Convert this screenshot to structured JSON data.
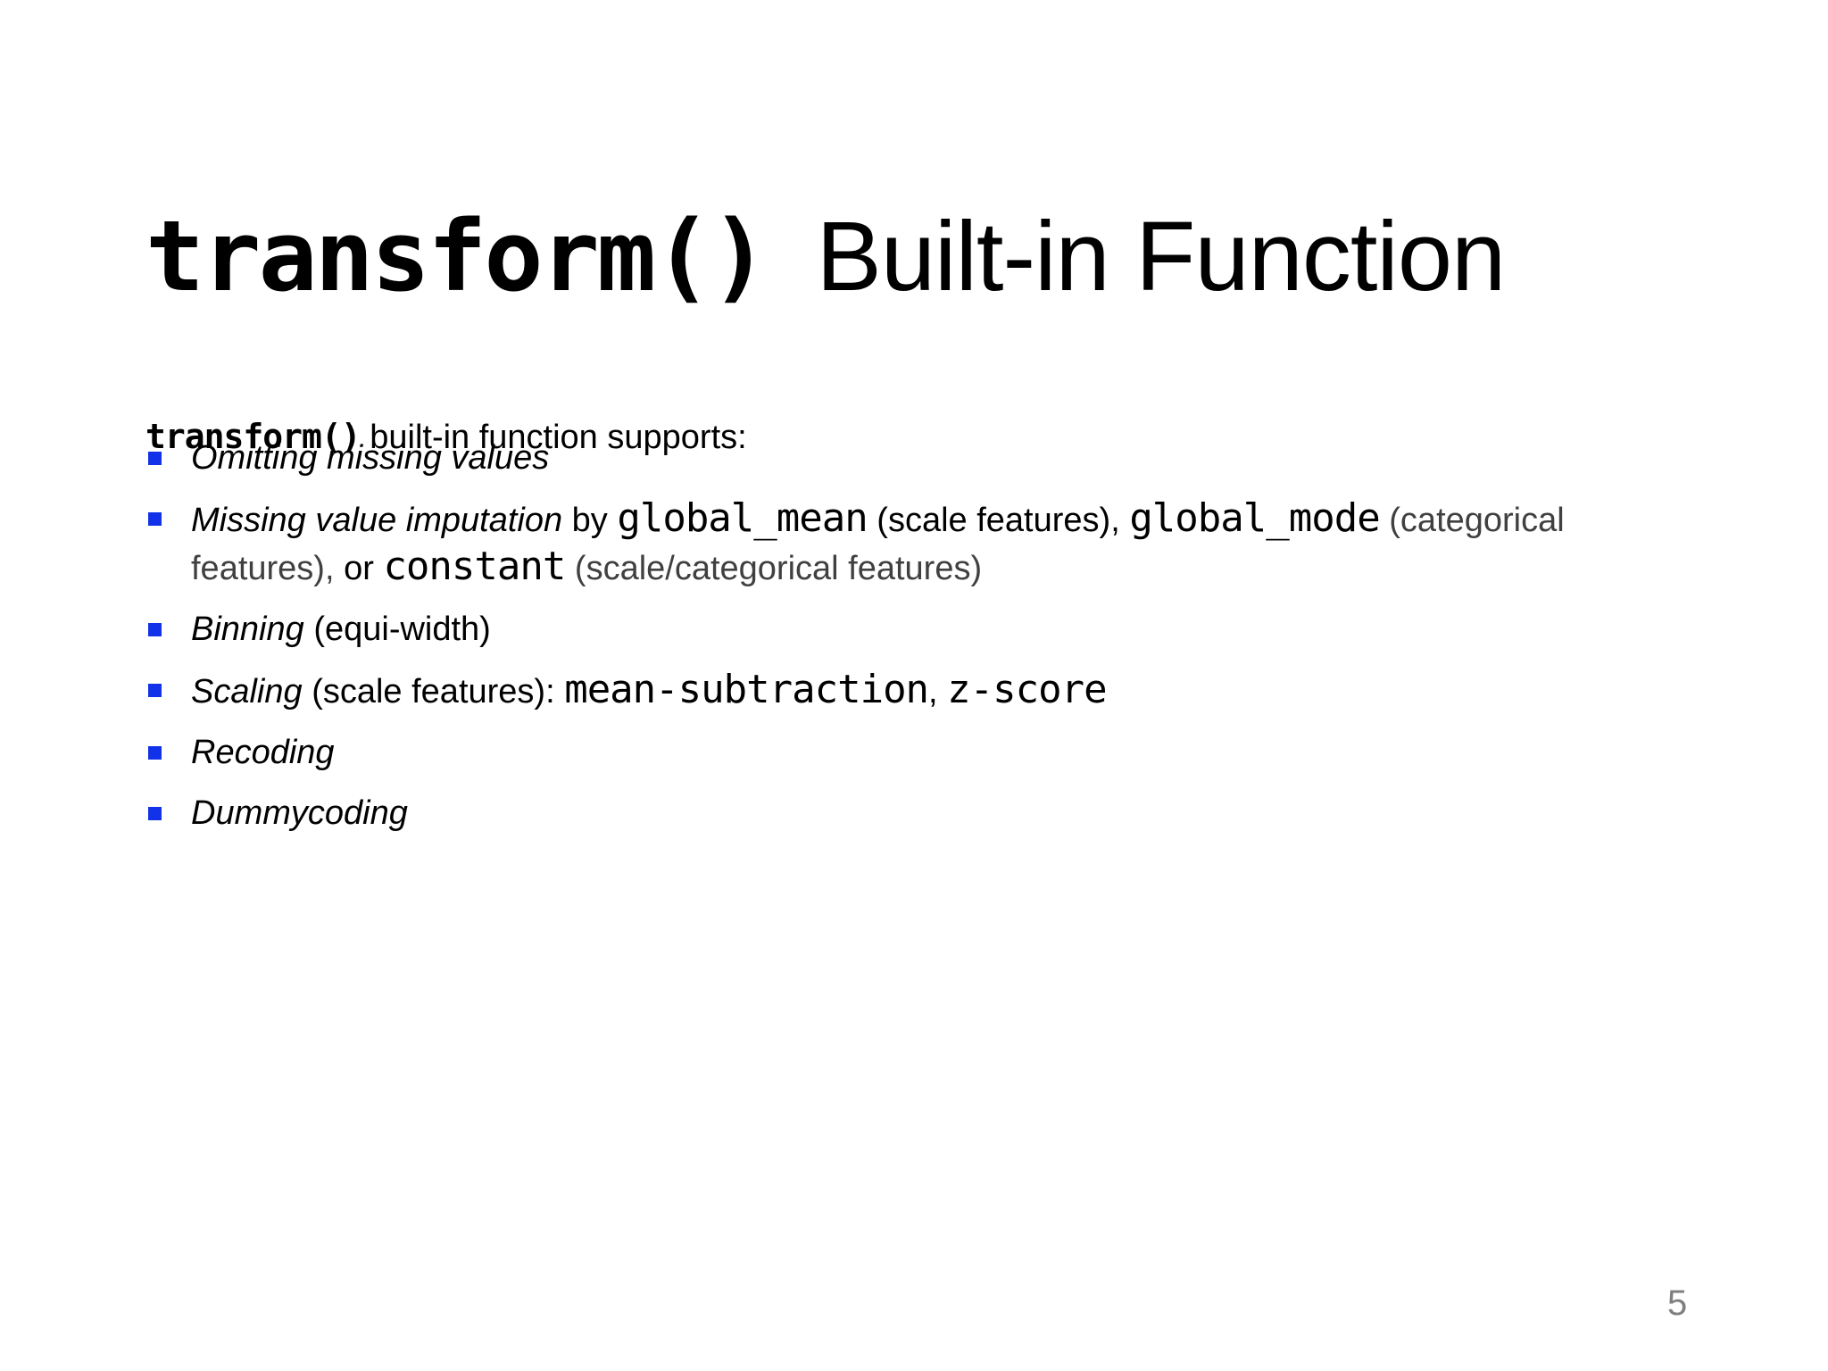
{
  "slide": {
    "title": {
      "code": "transform()",
      "rest": "Built-in Function"
    },
    "intro": {
      "code": "transform()",
      "rest": " built-in function supports:"
    },
    "bullets": [
      {
        "segments": [
          {
            "style": "italic",
            "text": "Omitting missing values"
          }
        ]
      },
      {
        "segments": [
          {
            "style": "italic",
            "text": "Missing value imputation"
          },
          {
            "style": "regular",
            "text": " by "
          },
          {
            "style": "mono",
            "text": "global_mean"
          },
          {
            "style": "regular",
            "text": " (scale features), "
          },
          {
            "style": "mono",
            "text": "global_mode"
          },
          {
            "style": "regular",
            "text": " "
          },
          {
            "style": "gray",
            "text": "(categorical"
          },
          {
            "br": true
          },
          {
            "style": "gray",
            "text": "features),"
          },
          {
            "style": "regular",
            "text": " or "
          },
          {
            "style": "mono",
            "text": "constant"
          },
          {
            "style": "regular",
            "text": " "
          },
          {
            "style": "gray",
            "text": "(scale/categorical features)"
          }
        ]
      },
      {
        "segments": [
          {
            "style": "italic",
            "text": "Binning"
          },
          {
            "style": "regular",
            "text": " (equi-width)"
          }
        ]
      },
      {
        "segments": [
          {
            "style": "italic",
            "text": "Scaling"
          },
          {
            "style": "regular",
            "text": " (scale features): "
          },
          {
            "style": "mono",
            "text": "mean-subtraction"
          },
          {
            "style": "regular",
            "text": ", "
          },
          {
            "style": "mono",
            "text": "z-score"
          }
        ]
      },
      {
        "segments": [
          {
            "style": "italic",
            "text": "Recoding"
          }
        ]
      },
      {
        "segments": [
          {
            "style": "italic",
            "text": "Dummycoding"
          }
        ]
      }
    ],
    "page_number": "5",
    "colors": {
      "bullet_blue": "#1132E8",
      "code_text": "#000000",
      "body_text": "#000000",
      "muted_text": "#404040",
      "page_number_gray": "#7F7F7F",
      "background": "#FFFFFF"
    }
  }
}
